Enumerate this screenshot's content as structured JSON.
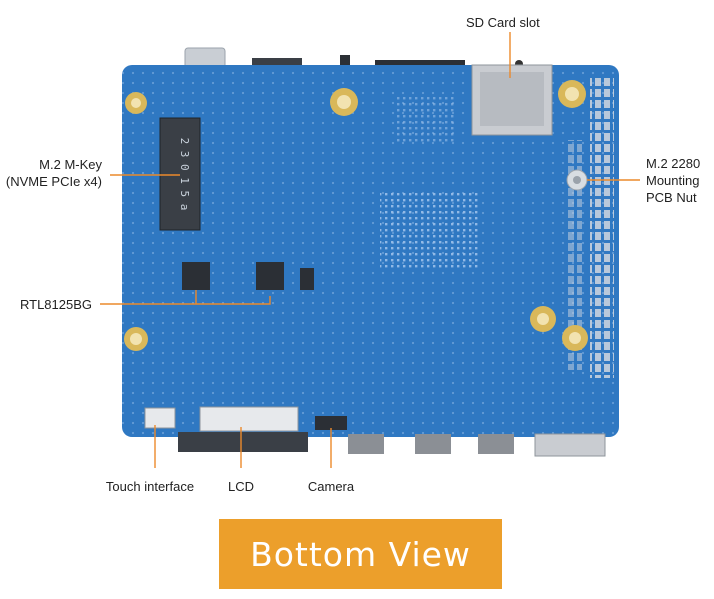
{
  "callouts": {
    "sd_card_slot": "SD Card slot",
    "m2_mkey_line1": "M.2 M-Key",
    "m2_mkey_line2": "(NVME PCIe x4)",
    "rtl8125bg": "RTL8125BG",
    "m2_2280_line1": "M.2 2280",
    "m2_2280_line2": "Mounting",
    "m2_2280_line3": "PCB Nut",
    "touch_interface": "Touch interface",
    "lcd": "LCD",
    "camera": "Camera"
  },
  "board_markings": {
    "m2_silk": "2 3 0 1 5 a"
  },
  "banner": {
    "text": "Bottom View"
  },
  "colors": {
    "pcb_blue": "#2f78c2",
    "leader_orange": "#ec8a2b",
    "banner_orange": "#ec9f2b",
    "gold_pad": "#d9b85a"
  }
}
